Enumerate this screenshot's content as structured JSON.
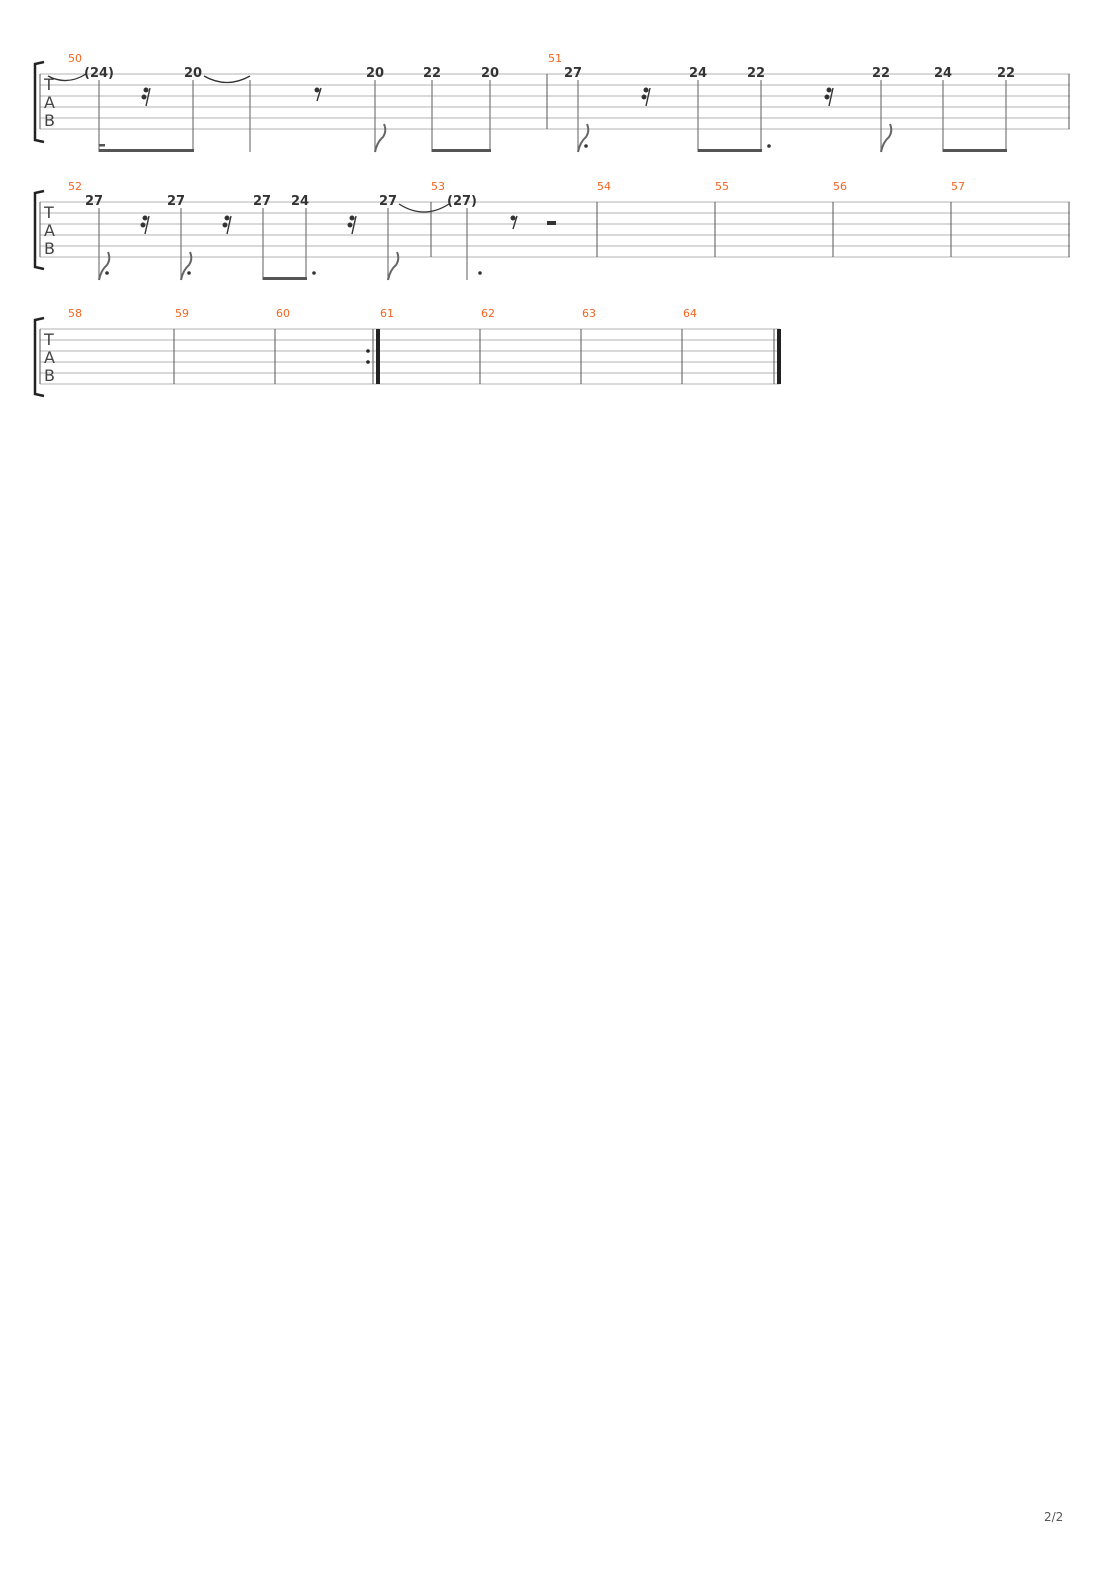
{
  "page_number": "2/2",
  "tab_clef": [
    "T",
    "A",
    "B"
  ],
  "colors": {
    "measure_number": "#f26522",
    "staff_line": "#b3b3b3",
    "barline": "#555555",
    "fret_text": "#333333",
    "stem": "#777777",
    "beam": "#555555"
  },
  "systems": [
    {
      "measures": [
        {
          "number": "50",
          "notes": [
            {
              "fret": "(24)",
              "tie_from_previous": true,
              "beam": "eighth-sixteenth",
              "rest_after": "sixteenth"
            },
            {
              "fret": "20",
              "tie_to_next": true
            }
          ]
        },
        {
          "number": "",
          "notes": [
            {
              "fret": "",
              "tied_continuation": true,
              "rest_after": "eighth"
            },
            {
              "fret": "20",
              "duration": "eighth"
            },
            {
              "fret": "22",
              "beam": "eighth"
            },
            {
              "fret": "20"
            }
          ]
        },
        {
          "number": "51",
          "notes": [
            {
              "fret": "27",
              "duration": "dotted-eighth",
              "rest_after": "sixteenth"
            },
            {
              "fret": "24",
              "beam": "dotted-eighth"
            },
            {
              "fret": "22",
              "rest_after": "sixteenth"
            },
            {
              "fret": "22",
              "duration": "eighth"
            },
            {
              "fret": "24",
              "beam": "eighth"
            },
            {
              "fret": "22"
            }
          ]
        }
      ]
    },
    {
      "measures": [
        {
          "number": "52",
          "notes": [
            {
              "fret": "27",
              "duration": "dotted-eighth",
              "rest_after": "sixteenth"
            },
            {
              "fret": "27",
              "duration": "dotted-eighth",
              "rest_after": "sixteenth"
            },
            {
              "fret": "27",
              "beam": "dotted-eighth"
            },
            {
              "fret": "24",
              "rest_after": "sixteenth"
            },
            {
              "fret": "27",
              "duration": "eighth",
              "tie_to_next": true
            }
          ]
        },
        {
          "number": "53",
          "notes": [
            {
              "fret": "(27)",
              "duration": "dotted-quarter",
              "rests_after": [
                "eighth",
                "half"
              ]
            }
          ]
        },
        {
          "number": "54",
          "notes": []
        },
        {
          "number": "55",
          "notes": []
        },
        {
          "number": "56",
          "notes": []
        },
        {
          "number": "57",
          "notes": []
        }
      ]
    },
    {
      "measures": [
        {
          "number": "58",
          "notes": []
        },
        {
          "number": "59",
          "notes": []
        },
        {
          "number": "60",
          "notes": [],
          "repeat_end": true
        },
        {
          "number": "61",
          "notes": []
        },
        {
          "number": "62",
          "notes": []
        },
        {
          "number": "63",
          "notes": []
        },
        {
          "number": "64",
          "notes": [],
          "final_barline": true
        }
      ]
    }
  ]
}
